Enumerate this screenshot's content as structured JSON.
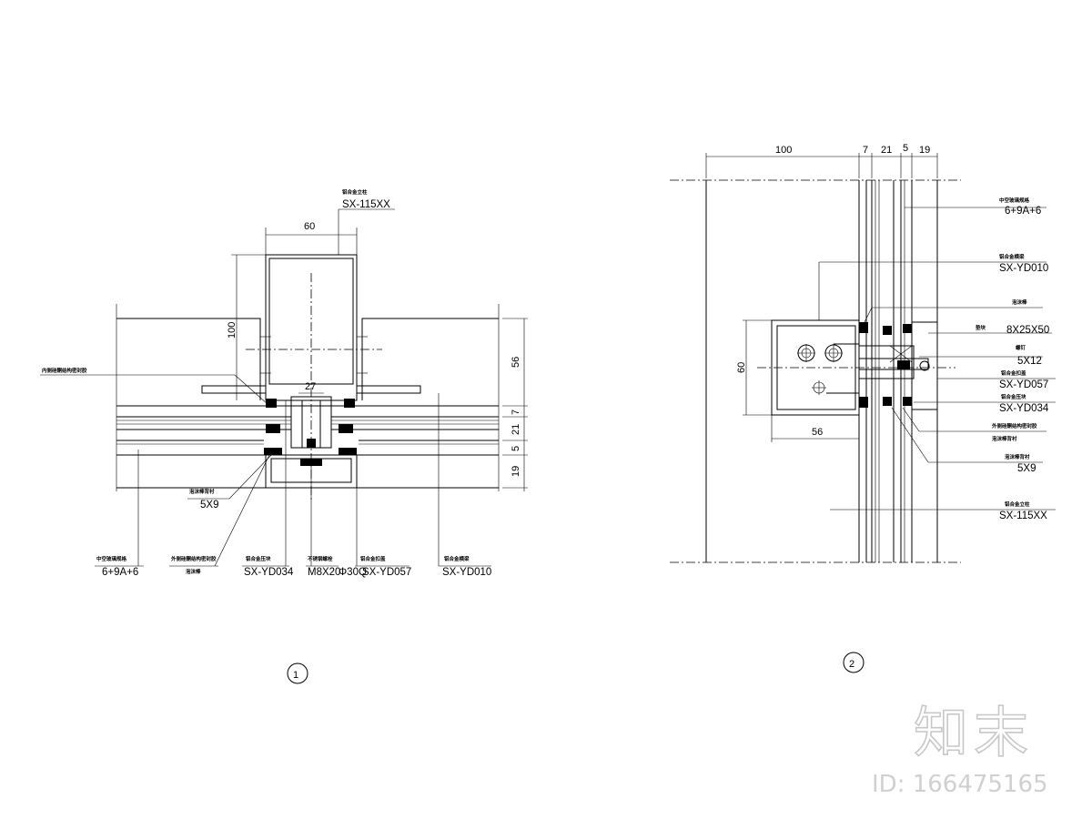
{
  "detail_1": {
    "number": "①",
    "dims": {
      "width_top": "60",
      "height_left": "100",
      "mullion": "27",
      "right_56": "56",
      "right_7": "7",
      "right_21": "21",
      "right_5": "5",
      "right_19": "19"
    },
    "labels": {
      "top_code": "SX-115XX",
      "glass": "6+9A+6",
      "gasket": "5X9",
      "clip": "SX-YD034",
      "bolt": "M8X20",
      "cover_code": "SX-YD057",
      "cover_prefix": "Φ30Q",
      "bracket": "SX-YD010"
    }
  },
  "detail_2": {
    "number": "②",
    "dims": {
      "top_100": "100",
      "top_7": "7",
      "top_21": "21",
      "top_5": "5",
      "top_19": "19",
      "left_60": "60",
      "bottom_56": "56"
    },
    "labels": {
      "glass": "6+9A+6",
      "bracket": "SX-YD010",
      "pad": "8X25X50",
      "screw": "5X12",
      "cover": "SX-YD057",
      "clip": "SX-YD034",
      "gasket": "5X9",
      "mullion": "SX-115XX"
    }
  },
  "watermark": {
    "brand": "知末",
    "id": "ID: 166475165"
  }
}
